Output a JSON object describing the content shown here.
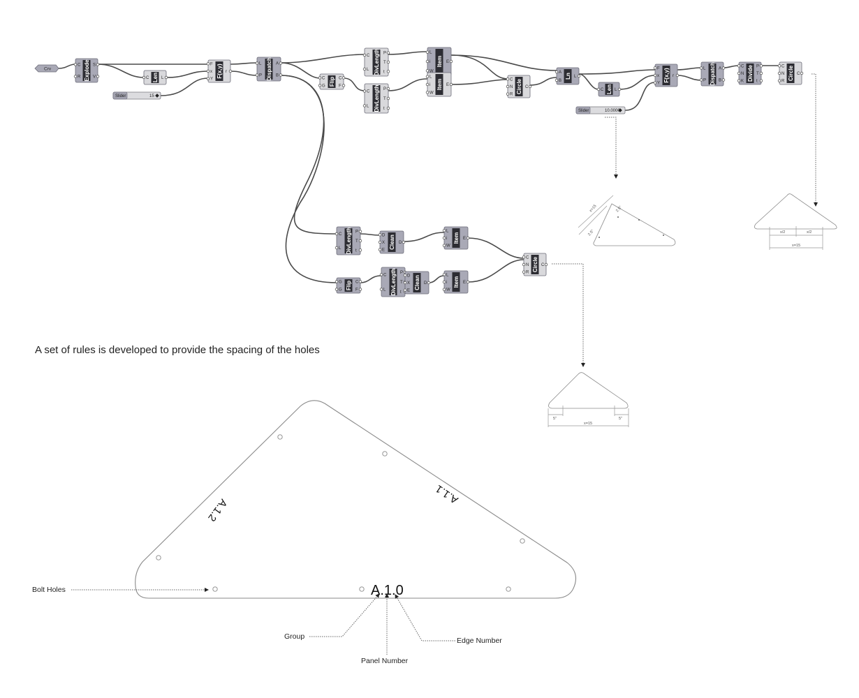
{
  "caption": "A set of rules is developed to provide the spacing of the holes",
  "nodes": {
    "crv": {
      "label": "Crv"
    },
    "explode": {
      "label": "Explode",
      "inputs": [
        "C",
        "R"
      ],
      "outputs": [
        "S",
        "V"
      ]
    },
    "len1": {
      "label": "Len",
      "inputs": [
        "C"
      ],
      "outputs": [
        "L"
      ]
    },
    "slider1": {
      "tag": "Slider",
      "value": "15"
    },
    "fxy1": {
      "label": "F(x,y)",
      "inputs": [
        "F",
        "x",
        "Y"
      ],
      "outputs": [
        "r"
      ]
    },
    "dispatch1": {
      "label": "Dispatch",
      "inputs": [
        "L",
        "P"
      ],
      "outputs": [
        "A",
        "B"
      ]
    },
    "flip1": {
      "label": "Flip",
      "inputs": [
        "C",
        "G"
      ],
      "outputs": [
        "C",
        "F"
      ]
    },
    "divlen1": {
      "label": "DivLength",
      "inputs": [
        "C",
        "L"
      ],
      "outputs": [
        "P",
        "T",
        "t"
      ]
    },
    "divlen2": {
      "label": "DivLength",
      "inputs": [
        "C",
        "L"
      ],
      "outputs": [
        "P",
        "T",
        "t"
      ]
    },
    "item1": {
      "label": "Item",
      "inputs": [
        "L",
        "i",
        "W"
      ],
      "outputs": [
        "E"
      ]
    },
    "item2": {
      "label": "Item",
      "inputs": [
        "L",
        "i",
        "W"
      ],
      "outputs": [
        "E"
      ]
    },
    "circle1": {
      "label": "Circle",
      "inputs": [
        "C",
        "N",
        "R"
      ],
      "outputs": [
        "C"
      ]
    },
    "ln": {
      "label": "Ln",
      "inputs": [
        "A",
        "B"
      ],
      "outputs": [
        "L"
      ]
    },
    "len2": {
      "label": "Len",
      "inputs": [
        "C"
      ],
      "outputs": [
        "L"
      ]
    },
    "slider2": {
      "tag": "Slider",
      "value": "10.0000"
    },
    "fxy2": {
      "label": "F(x,y)",
      "inputs": [
        "F",
        "x",
        "Y"
      ],
      "outputs": [
        "r"
      ]
    },
    "dispatch2": {
      "label": "Dispatch",
      "inputs": [
        "L",
        "P"
      ],
      "outputs": [
        "A",
        "B"
      ]
    },
    "divide": {
      "label": "Divide",
      "inputs": [
        "C",
        "N",
        "K"
      ],
      "outputs": [
        "P",
        "T",
        "t"
      ]
    },
    "circle2": {
      "label": "Circle",
      "inputs": [
        "C",
        "N",
        "R"
      ],
      "outputs": [
        "C"
      ]
    },
    "divlen3": {
      "label": "DivLength",
      "inputs": [
        "C",
        "L"
      ],
      "outputs": [
        "P",
        "T",
        "t"
      ]
    },
    "clean1": {
      "label": "Clean",
      "inputs": [
        "D",
        "X",
        "E"
      ],
      "outputs": [
        "D"
      ]
    },
    "item3": {
      "label": "Item",
      "inputs": [
        "L",
        "i",
        "W"
      ],
      "outputs": [
        "E"
      ]
    },
    "flip2": {
      "label": "Flip",
      "inputs": [
        "G",
        "G"
      ],
      "outputs": [
        "C",
        "F"
      ]
    },
    "divlen4": {
      "label": "DivLength",
      "inputs": [
        "C",
        "L"
      ],
      "outputs": [
        "P",
        "T",
        "t"
      ]
    },
    "clean2": {
      "label": "Clean",
      "inputs": [
        "D",
        "X",
        "E"
      ],
      "outputs": [
        "D"
      ]
    },
    "item4": {
      "label": "Item",
      "inputs": [
        "L",
        "i",
        "W"
      ],
      "outputs": [
        "E"
      ]
    },
    "circle3": {
      "label": "Circle",
      "inputs": [
        "C",
        "N",
        "R"
      ],
      "outputs": [
        "C"
      ]
    }
  },
  "sketches": {
    "rotated": {
      "total": "x=15",
      "offset_top": "2.5\"",
      "offset_bottom": "2.5\""
    },
    "halves": {
      "left": "x/2",
      "right": "x/2",
      "total": "x=15"
    },
    "ends": {
      "left": "5\"",
      "right": "5\"",
      "total": "x=15"
    }
  },
  "panel": {
    "edge0": "A.1.0",
    "edge1": "A.1.1",
    "edge2": "A.1.2",
    "callouts": {
      "bolt_holes": "Bolt Holes",
      "group": "Group",
      "panel_number": "Panel Number",
      "edge_number": "Edge Number"
    }
  }
}
